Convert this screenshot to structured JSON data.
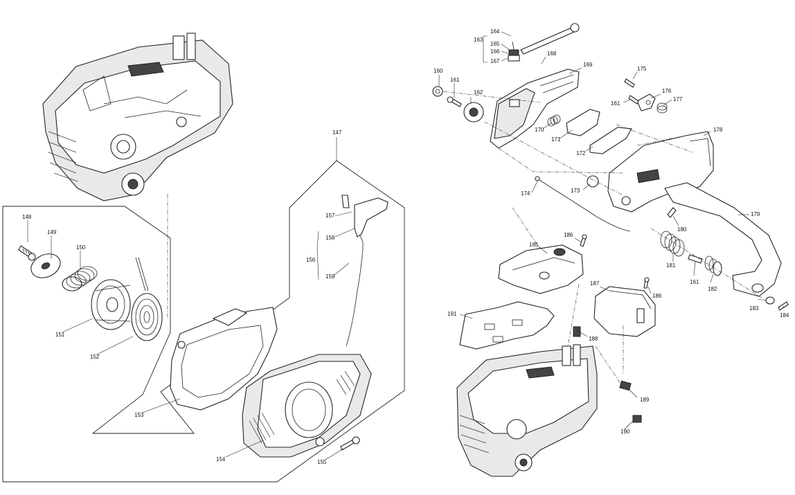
{
  "labels": {
    "p147": "147",
    "p148": "148",
    "p149": "149",
    "p150": "150",
    "p151": "151",
    "p152": "152",
    "p153": "153",
    "p154": "154",
    "p155": "155",
    "p156": "156",
    "p157": "157",
    "p158": "158",
    "p159": "159",
    "p160": "160",
    "p161a": "161",
    "p161b": "161",
    "p161c": "161",
    "p162": "162",
    "p163": "163",
    "p164": "164",
    "p165": "165",
    "p166": "166",
    "p167": "167",
    "p168": "168",
    "p169": "169",
    "p170": "170",
    "p171": "171",
    "p172": "172",
    "p173": "173",
    "p174": "174",
    "p175": "175",
    "p176": "176",
    "p177": "177",
    "p178": "178",
    "p179": "179",
    "p180": "180",
    "p181": "181",
    "p182": "182",
    "p183": "183",
    "p184": "184",
    "p185": "185",
    "p186a": "186",
    "p186b": "186",
    "p187": "187",
    "p188": "188",
    "p189": "189",
    "p190": "190",
    "p191": "191"
  }
}
